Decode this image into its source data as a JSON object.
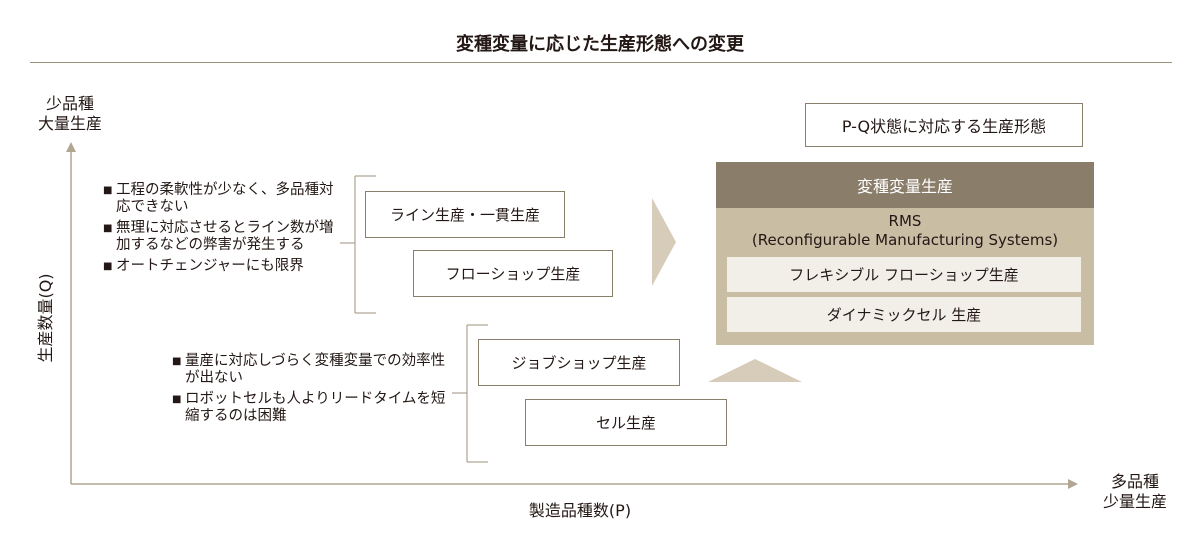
{
  "title": "変種変量に応じた生産形態への変更",
  "y_axis": {
    "top_line1": "少品種",
    "top_line2": "大量生産",
    "label": "生産数量(Q)"
  },
  "x_axis": {
    "label": "製造品種数(P)",
    "end_line1": "多品種",
    "end_line2": "少量生産"
  },
  "upper_group": {
    "bullets": [
      "工程の柔軟性が少なく、多品種対応できない",
      "無理に対応させるとライン数が増加するなどの弊害が発生する",
      "オートチェンジャーにも限界"
    ],
    "boxes": [
      "ライン生産・一貫生産",
      "フローショップ生産"
    ]
  },
  "lower_group": {
    "bullets": [
      "量産に対応しづらく変種変量での効率性が出ない",
      "ロボットセルも人よりリードタイムを短縮するのは困難"
    ],
    "boxes": [
      "ジョブショップ生産",
      "セル生産"
    ]
  },
  "result": {
    "caption": "P-Q状態に対応する生産形態",
    "header": "変種変量生産",
    "rms_title": "RMS",
    "rms_full": "(Reconfigurable Manufacturing Systems)",
    "items": [
      "フレキシブル フローショップ生産",
      "ダイナミックセル 生産"
    ]
  },
  "colors": {
    "accent_dark": "#8a7e6b",
    "accent_light": "#c9bda4",
    "arrow": "#d6ccb9",
    "line": "#9d927c"
  }
}
